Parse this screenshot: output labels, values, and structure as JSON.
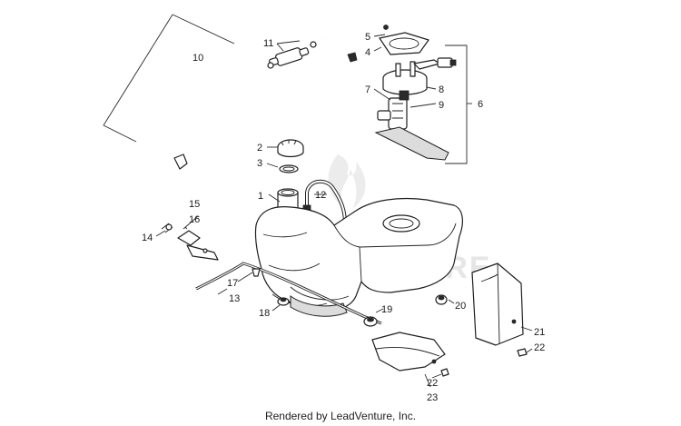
{
  "labels": {
    "p1": "1",
    "p2": "2",
    "p3": "3",
    "p4": "4",
    "p5": "5",
    "p6": "6",
    "p7": "7",
    "p8": "8",
    "p9": "9",
    "p10": "10",
    "p11": "11",
    "p12": "12",
    "p13": "13",
    "p14": "14",
    "p15": "15",
    "p16": "16",
    "p17": "17",
    "p18": "18",
    "p19": "19",
    "p20": "20",
    "p21": "21",
    "p22a": "22",
    "p22b": "22",
    "p23": "23"
  },
  "watermark": "ADVENTURE",
  "footer": "Rendered by LeadVenture, Inc."
}
